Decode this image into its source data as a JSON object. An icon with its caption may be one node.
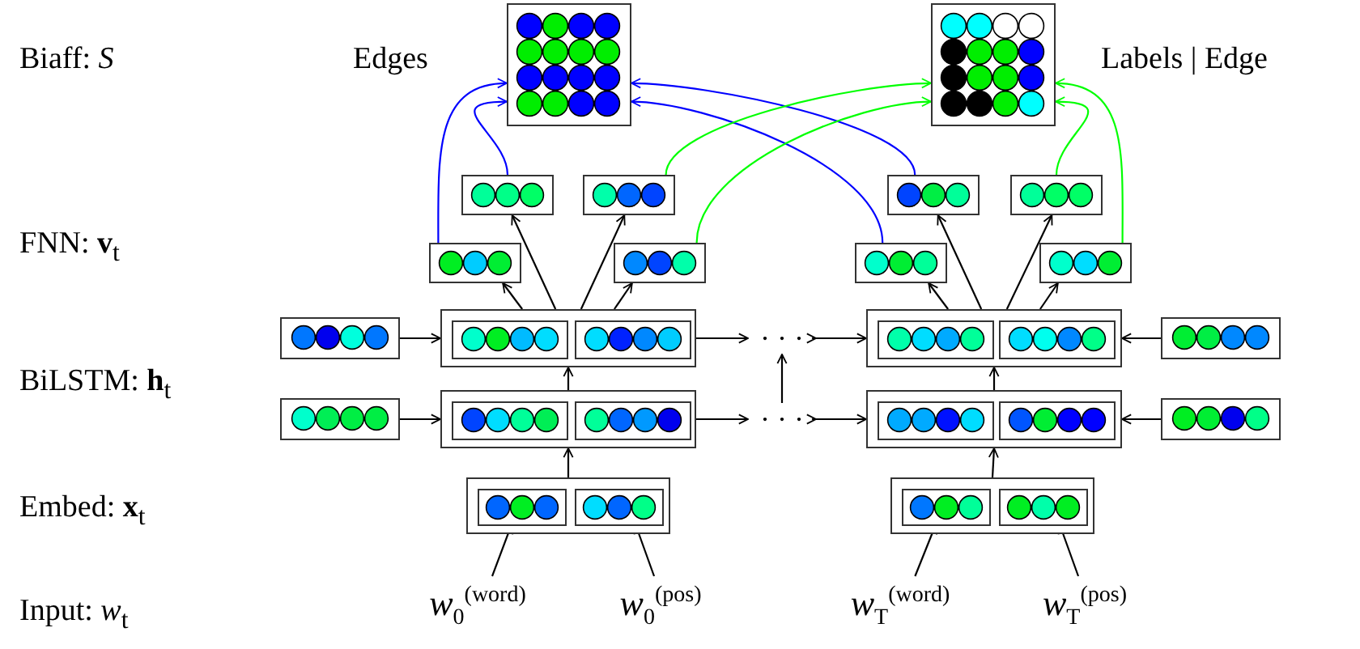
{
  "diagram": {
    "nodes": [
      {
        "text": [],
        "shape": "box",
        "beside": [
          "Edges"
        ]
      },
      {
        "text": [],
        "shape": "box",
        "beside": [
          "Labels | Edge"
        ]
      },
      {
        "text": [],
        "shape": "box"
      },
      {
        "text": [],
        "shape": "box"
      },
      {
        "text": [],
        "shape": "box"
      },
      {
        "text": [],
        "shape": "box"
      },
      {
        "text": [],
        "shape": "box"
      },
      {
        "text": [],
        "shape": "box"
      },
      {
        "text": [],
        "shape": "box"
      },
      {
        "text": [],
        "shape": "box"
      },
      {
        "text": [],
        "shape": "box"
      },
      {
        "text": [],
        "shape": "box"
      },
      {
        "text": [],
        "shape": "box",
        "in": 11
      },
      {
        "text": [],
        "shape": "box",
        "in": 11
      },
      {
        "text": [
          "· · ·"
        ]
      },
      {
        "text": [],
        "shape": "box"
      },
      {
        "text": [],
        "shape": "box",
        "in": 15
      },
      {
        "text": [],
        "shape": "box",
        "in": 15
      },
      {
        "text": [],
        "shape": "box"
      },
      {
        "text": [],
        "shape": "box"
      },
      {
        "text": [],
        "shape": "box"
      },
      {
        "text": [],
        "shape": "box",
        "in": 20
      },
      {
        "text": [],
        "shape": "box",
        "in": 20
      },
      {
        "text": [
          "· · ·"
        ]
      },
      {
        "text": [],
        "shape": "box"
      },
      {
        "text": [],
        "shape": "box",
        "in": 24
      },
      {
        "text": [],
        "shape": "box",
        "in": 24
      },
      {
        "text": [],
        "shape": "box"
      },
      {
        "text": [],
        "shape": "box"
      },
      {
        "text": [],
        "shape": "box",
        "in": 28
      },
      {
        "text": [],
        "shape": "box",
        "in": 28
      },
      {
        "text": [],
        "shape": "box"
      },
      {
        "text": [],
        "shape": "box",
        "in": 31
      },
      {
        "text": [],
        "shape": "box",
        "in": 31
      },
      {
        "text": [
          "*w*$_{0}$$^{(word)}$"
        ]
      },
      {
        "text": [
          "*w*$_{0}$$^{(pos)}$"
        ]
      },
      {
        "text": [
          "*w*$_{T}$$^{(word)}$"
        ]
      },
      {
        "text": [
          "*w*$_{T}$$^{(pos)}$"
        ]
      }
    ],
    "edges": [
      {
        "from": 11,
        "to": 6,
        "arrow": "to"
      },
      {
        "from": 11,
        "to": 2,
        "arrow": "to"
      },
      {
        "from": 11,
        "to": 3,
        "arrow": "to"
      },
      {
        "from": 11,
        "to": 7,
        "arrow": "to"
      },
      {
        "from": 15,
        "to": 8,
        "arrow": "to"
      },
      {
        "from": 15,
        "to": 4,
        "arrow": "to"
      },
      {
        "from": 15,
        "to": 5,
        "arrow": "to"
      },
      {
        "from": 15,
        "to": 9,
        "arrow": "to"
      },
      {
        "from": 6,
        "to": 0,
        "arrow": "to",
        "color": "#0000ff"
      },
      {
        "from": 2,
        "to": 0,
        "arrow": "to",
        "color": "#0000ff"
      },
      {
        "from": 8,
        "to": 0,
        "arrow": "to",
        "color": "#0000ff"
      },
      {
        "from": 4,
        "to": 0,
        "arrow": "to",
        "color": "#0000ff"
      },
      {
        "from": 3,
        "to": 1,
        "arrow": "to",
        "color": "#00ff00"
      },
      {
        "from": 7,
        "to": 1,
        "arrow": "to",
        "color": "#00ff00"
      },
      {
        "from": 9,
        "to": 1,
        "arrow": "to",
        "color": "#00ff00"
      },
      {
        "from": 5,
        "to": 1,
        "arrow": "to",
        "color": "#00ff00"
      },
      {
        "from": 10,
        "to": 11,
        "arrow": "to"
      },
      {
        "from": 11,
        "to": 14,
        "arrow": "both"
      },
      {
        "from": 14,
        "to": 15,
        "arrow": "both"
      },
      {
        "from": 18,
        "to": 15,
        "arrow": "to"
      },
      {
        "from": 19,
        "to": 20,
        "arrow": "to"
      },
      {
        "from": 20,
        "to": 23,
        "arrow": "both"
      },
      {
        "from": 23,
        "to": 24,
        "arrow": "both"
      },
      {
        "from": 27,
        "to": 24,
        "arrow": "to"
      },
      {
        "from": 20,
        "to": 11,
        "arrow": "to"
      },
      {
        "from": 23,
        "to": 14,
        "arrow": "to"
      },
      {
        "from": 24,
        "to": 15,
        "arrow": "to"
      },
      {
        "from": 28,
        "to": 20,
        "arrow": "to"
      },
      {
        "from": 31,
        "to": 24,
        "arrow": "to"
      },
      {
        "from": 34,
        "to": 29,
        "arrow": "to"
      },
      {
        "from": 35,
        "to": 30,
        "arrow": "to"
      },
      {
        "from": 36,
        "to": 32,
        "arrow": "to"
      },
      {
        "from": 37,
        "to": 33,
        "arrow": "to"
      }
    ],
    "labels": [
      "Biaff: *S*",
      "FNN: **v**$_{t}$",
      "BiLSTM: **h**$_{t}$",
      "Embed: **x**$_{t}$",
      "Input: *w*$_{t}$"
    ]
  }
}
